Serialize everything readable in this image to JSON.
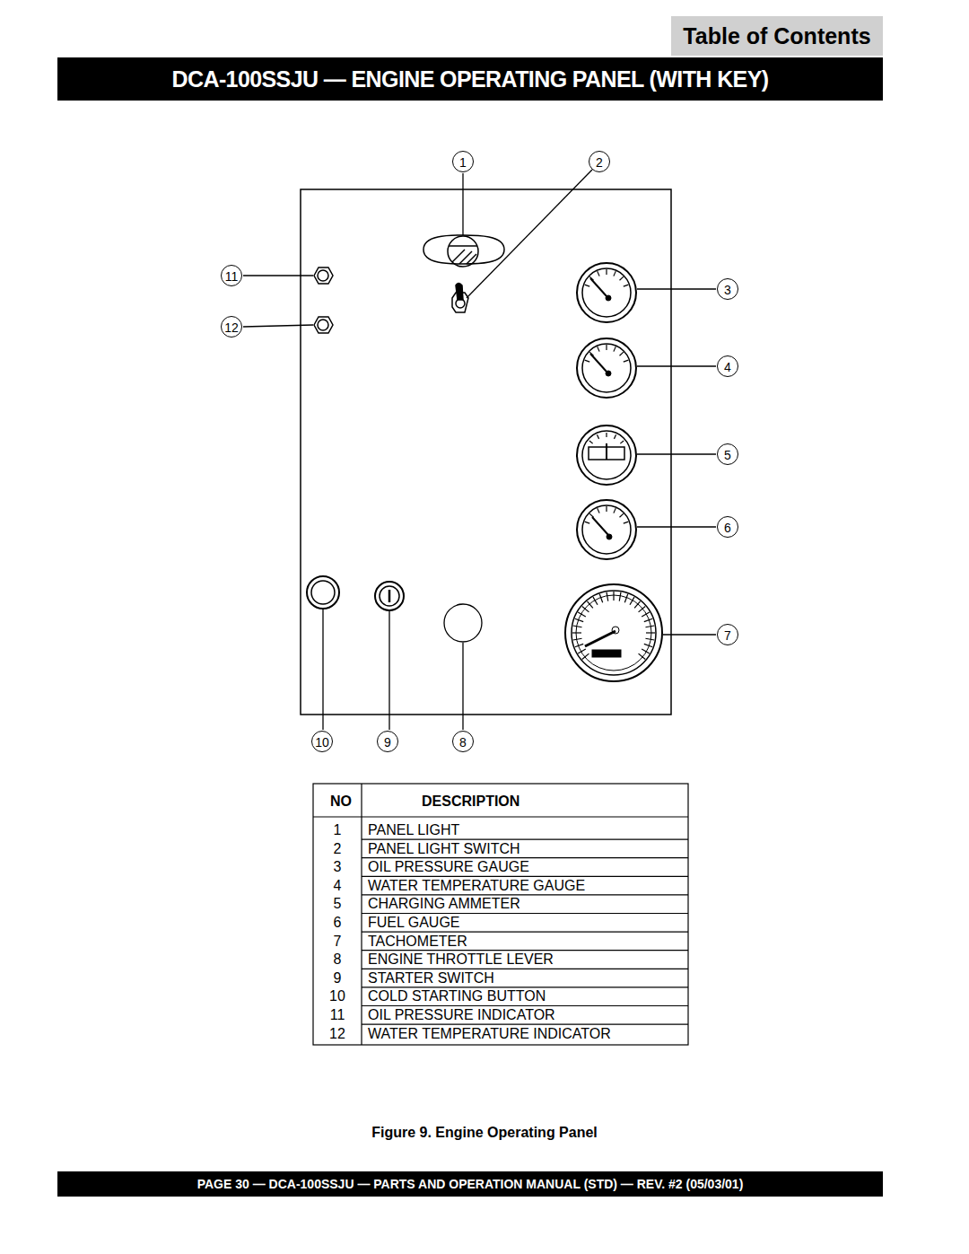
{
  "diagram": {
    "title": "DCA-100SSJU — ENGINE OPERATING PANEL (WITH KEY)",
    "caption": "Figure 9. Engine Operating Panel",
    "labels": [
      "Table of Contents",
      "1",
      "2",
      "11",
      "12",
      "3",
      "4",
      "5",
      "6",
      "7",
      "10",
      "9",
      "8",
      "NO",
      "DESCRIPTION",
      "1",
      "PANEL LIGHT",
      "2",
      "PANEL LIGHT SWITCH",
      "3",
      "OIL PRESSURE GAUGE",
      "4",
      "WATER TEMPERATURE GAUGE",
      "5",
      "CHARGING AMMETER",
      "6",
      "FUEL GAUGE",
      "7",
      "TACHOMETER",
      "8",
      "ENGINE THROTTLE LEVER",
      "9",
      "STARTER SWITCH",
      "10",
      "COLD STARTING BUTTON",
      "11",
      "OIL PRESSURE INDICATOR",
      "12",
      "WATER TEMPERATURE INDICATOR",
      "PAGE 30 — DCA-100SSJU — PARTS AND OPERATION MANUAL (STD) — REV. #2 (05/03/01)"
    ]
  }
}
